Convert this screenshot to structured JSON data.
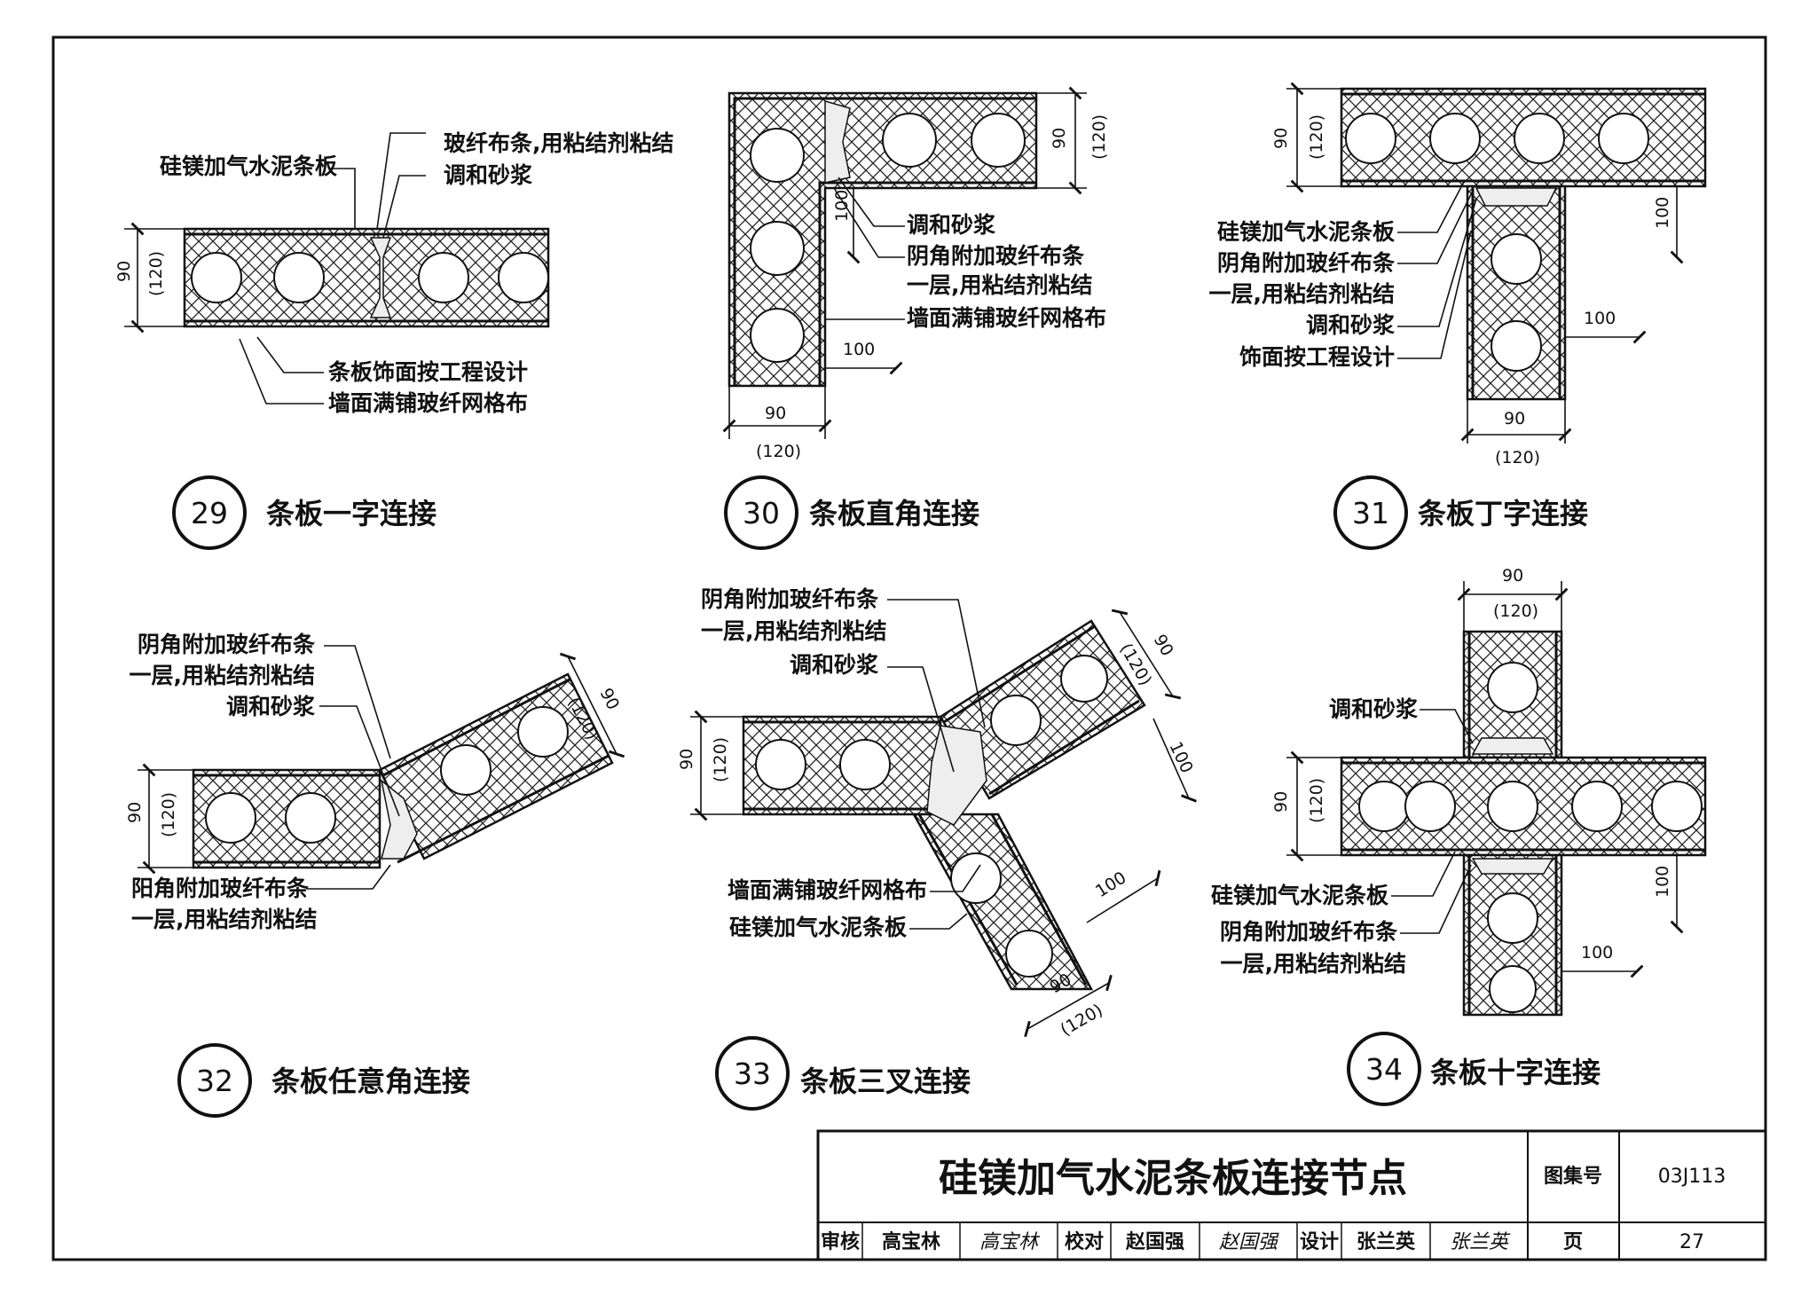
{
  "title_block": {
    "title": "硅镁加气水泥条板连接节点",
    "atlas_label": "图集号",
    "atlas_no": "03J113",
    "review_label": "审核",
    "reviewer": "高宝林",
    "reviewer_sign": "高宝林",
    "check_label": "校对",
    "checker": "赵国强",
    "checker_sign": "赵国强",
    "design_label": "设计",
    "designer": "张兰英",
    "designer_sign": "张兰英",
    "page_label": "页",
    "page_no": "27"
  },
  "details": [
    {
      "number": "29",
      "caption": "条板一字连接"
    },
    {
      "number": "30",
      "caption": "条板直角连接"
    },
    {
      "number": "31",
      "caption": "条板丁字连接"
    },
    {
      "number": "32",
      "caption": "条板任意角连接"
    },
    {
      "number": "33",
      "caption": "条板三叉连接"
    },
    {
      "number": "34",
      "caption": "条板十字连接"
    }
  ],
  "labels": {
    "d29": [
      "硅镁加气水泥条板",
      "玻纤布条,用粘结剂粘结",
      "调和砂浆",
      "条板饰面按工程设计",
      "墙面满铺玻纤网格布"
    ],
    "d30": [
      "调和砂浆",
      "阴角附加玻纤布条",
      "一层,用粘结剂粘结",
      "墙面满铺玻纤网格布"
    ],
    "d31": [
      "硅镁加气水泥条板",
      "阴角附加玻纤布条",
      "一层,用粘结剂粘结",
      "调和砂浆",
      "饰面按工程设计"
    ],
    "d32": [
      "阴角附加玻纤布条",
      "一层,用粘结剂粘结",
      "调和砂浆",
      "阳角附加玻纤布条",
      "一层,用粘结剂粘结"
    ],
    "d33": [
      "阴角附加玻纤布条",
      "一层,用粘结剂粘结",
      "调和砂浆",
      "墙面满铺玻纤网格布",
      "硅镁加气水泥条板"
    ],
    "d34": [
      "调和砂浆",
      "硅镁加气水泥条板",
      "阴角附加玻纤布条",
      "一层,用粘结剂粘结"
    ]
  },
  "dimensions": {
    "thickness": "90",
    "thickness_alt": "(120)",
    "offset": "100"
  }
}
